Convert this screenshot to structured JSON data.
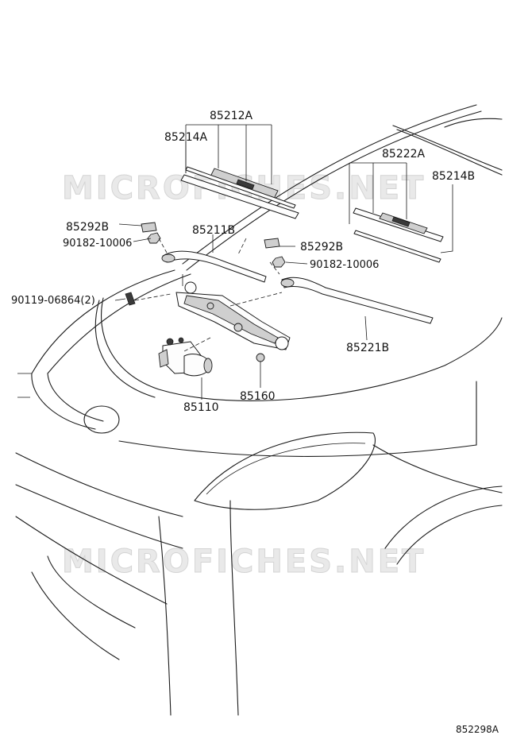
{
  "watermarks": [
    "MICROFICHES.NET",
    "MICROFICHES.NET"
  ],
  "labels": {
    "p85212A": "85212A",
    "p85214A": "85214A",
    "p85222A": "85222A",
    "p85214B": "85214B",
    "p85292B_left": "85292B",
    "p90182_left": "90182-10006",
    "p85211B": "85211B",
    "p85292B_right": "85292B",
    "p90182_right": "90182-10006",
    "p90119": "90119-06864(2)",
    "p85221B": "85221B",
    "p85160": "85160",
    "p85110": "85110"
  },
  "diagram_code": "852298A"
}
